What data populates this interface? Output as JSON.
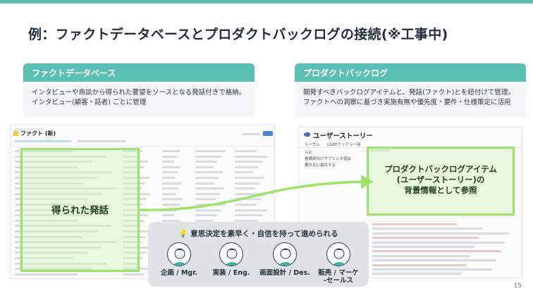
{
  "title": "例：ファクトデータベースとプロダクトバックログの接続(※工事中)",
  "left_card": {
    "heading": "ファクトデータベース",
    "body_line1": "インタビューや商談から得られた要望をソースとなる発話付きで格納。",
    "body_line2": "インタビュー(顧客・話者) ごとに管理"
  },
  "right_card": {
    "heading": "プロダクトバックログ",
    "body_line1": "開発すべきバックログアイテムと、発話(ファクト)とを紐付けて管理。",
    "body_line2": "ファクトへの洞察に基づき実施有無や優先度・要件・仕様策定に活用"
  },
  "left_screenshot": {
    "title": "ファクト (新)",
    "highlight_label": "得られた発話"
  },
  "right_screenshot": {
    "title": "ユーザーストーリー",
    "tab1": "テーブル",
    "tab2": "LGBTクリアラー用",
    "list_header": "名前",
    "item1": "看護師向けサブミシオ提出",
    "item2": "要件化に着目する",
    "highlight_line1": "プロダクトバックログアイテム",
    "highlight_line2": "(ユーザーストーリー)の",
    "highlight_line3": "背景情報として参照"
  },
  "panel": {
    "icon": "lightbulb-icon",
    "title": "意思決定を素早く・自信を持って進められる",
    "roles": [
      {
        "line1": "企画 / Mgr.",
        "line2": ""
      },
      {
        "line1": "実装 / Eng.",
        "line2": ""
      },
      {
        "line1": "画面設計 / Des.",
        "line2": ""
      },
      {
        "line1": "販売 / マーケ",
        "line2": "-セールス"
      }
    ]
  },
  "page_number": "15",
  "colors": {
    "accent": "#5bbfb3",
    "highlight": "#9be36a",
    "text": "#1f2d3d"
  }
}
